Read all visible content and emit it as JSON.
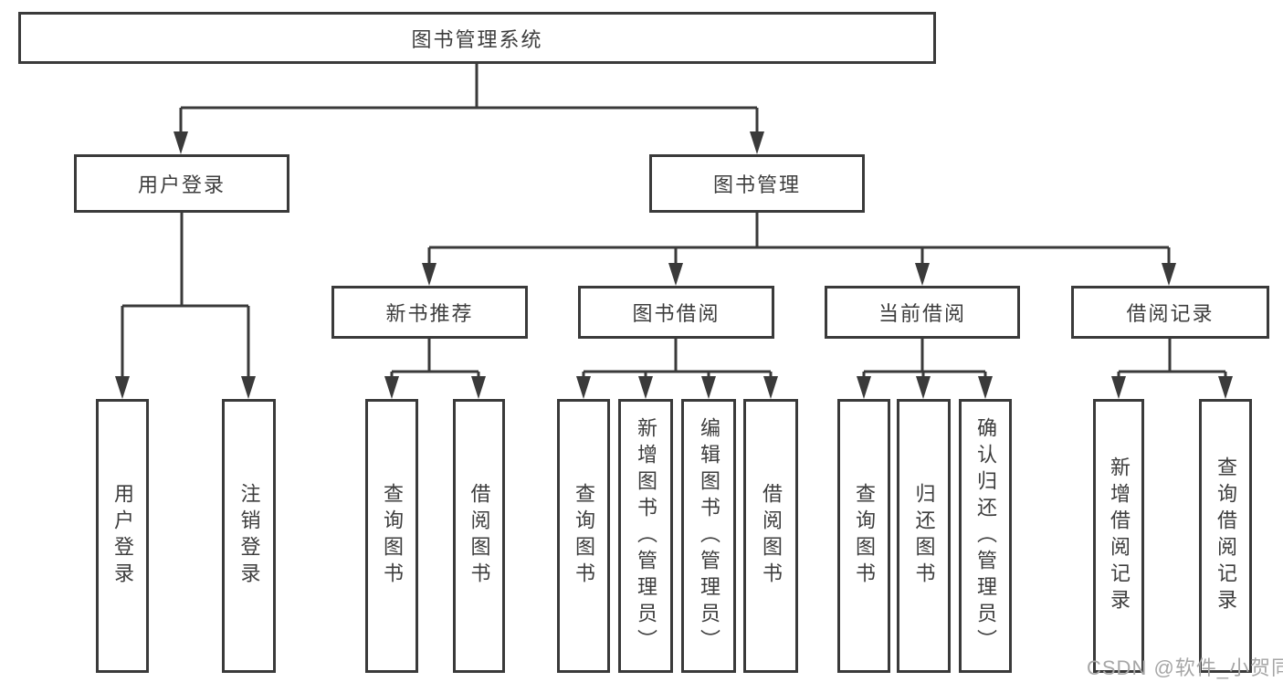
{
  "diagram": {
    "root": "图书管理系统",
    "level2": {
      "login": "用户登录",
      "management": "图书管理"
    },
    "level3": {
      "new_books": "新书推荐",
      "book_borrow": "图书借阅",
      "current_borrow": "当前借阅",
      "borrow_records": "借阅记录"
    },
    "leaves": {
      "user_login": "用户登录",
      "logout": "注销登录",
      "nb_query_books": "查询图书",
      "nb_borrow_books": "借阅图书",
      "bb_query_books": "查询图书",
      "bb_add_books_admin": "新增图书（管理员）",
      "bb_edit_books_admin": "编辑图书（管理员）",
      "bb_borrow_books": "借阅图书",
      "cb_query_books": "查询图书",
      "cb_return_books": "归还图书",
      "cb_confirm_return_admin": "确认归还（管理员）",
      "br_add_record": "新增借阅记录",
      "br_query_record": "查询借阅记录"
    }
  },
  "watermark": "CSDN @软件_小贺同学",
  "colors": {
    "line": "#3a3a3a",
    "text": "#3d3d3d",
    "watermark": "#a6a6a6",
    "background": "#ffffff"
  }
}
